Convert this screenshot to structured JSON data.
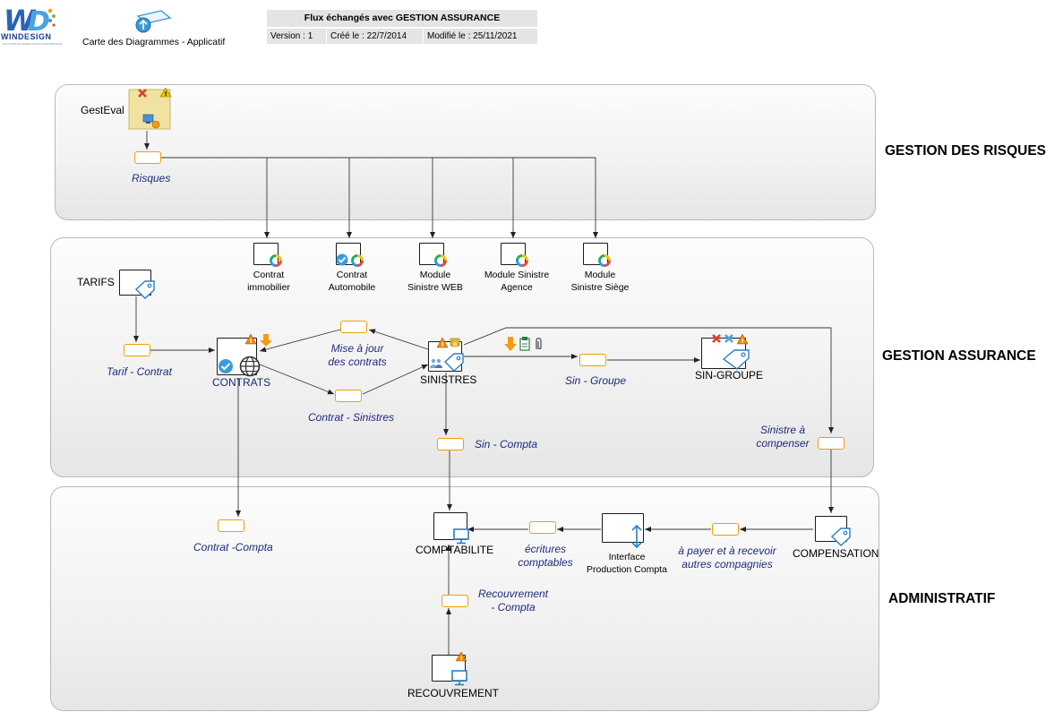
{
  "header": {
    "logo_text": "WINDESIGN",
    "logo_subtitle": "SOLUTION DE MODELISATION D'ENTREPRISE",
    "map_label": "Carte des Diagrammes - Applicatif",
    "title": "Flux échangés avec GESTION ASSURANCE",
    "version": "Version : 1",
    "created": "Créé le : 22/7/2014",
    "modified": "Modifié le : 25/11/2021"
  },
  "zones": {
    "risques": "GESTION DES RISQUES",
    "assurance": "GESTION ASSURANCE",
    "administratif": "ADMINISTRATIF"
  },
  "applications": {
    "gesteval": "GestEval",
    "tarifs": "TARIFS",
    "contrats": "CONTRATS",
    "sinistres": "SINISTRES",
    "sin_groupe": "SIN-GROUPE",
    "contrat_immobilier": [
      "Contrat",
      "immobilier"
    ],
    "contrat_automobile": [
      "Contrat",
      "Automobile"
    ],
    "module_sinistre_web": [
      "Module",
      "Sinistre WEB"
    ],
    "module_sinistre_agence": [
      "Module Sinistre",
      "Agence"
    ],
    "module_sinistre_siege": [
      "Module",
      "Sinistre Siège"
    ],
    "comptabilite": "COMPTABILITE",
    "interface_production": [
      "Interface",
      "Production Compta"
    ],
    "compensation": "COMPENSATION",
    "recouvrement": "RECOUVREMENT"
  },
  "flows": {
    "risques": "Risques",
    "tarif_contrat": "Tarif - Contrat",
    "mise_a_jour": [
      "Mise à jour",
      "des contrats"
    ],
    "contrat_sinistres": "Contrat - Sinistres",
    "sin_groupe": "Sin - Groupe",
    "sin_compta": "Sin - Compta",
    "sinistre_a_compenser": [
      "Sinistre à",
      "compenser"
    ],
    "contrat_compta": "Contrat -Compta",
    "ecritures": [
      "écritures",
      "comptables"
    ],
    "a_payer": [
      "à payer et à recevoir",
      "autres compagnies"
    ],
    "recouvrement_compta": [
      "Recouvrement",
      "- Compta"
    ]
  },
  "colors": {
    "flow_border": "#f0a000",
    "flow_text": "#1f2a7a",
    "line": "#3a3a3a",
    "accent_blue": "#2b7fc1"
  }
}
